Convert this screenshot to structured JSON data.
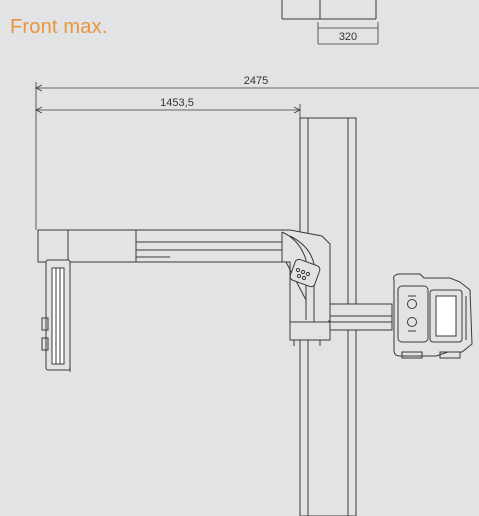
{
  "view_title": "Front max.",
  "dimensions": {
    "top_width": "320",
    "overall_width": "2475",
    "arm_reach": "1453,5"
  },
  "colors": {
    "background": "#e2e3e5",
    "title": "#e8953a",
    "line": "#3a3a3a"
  }
}
